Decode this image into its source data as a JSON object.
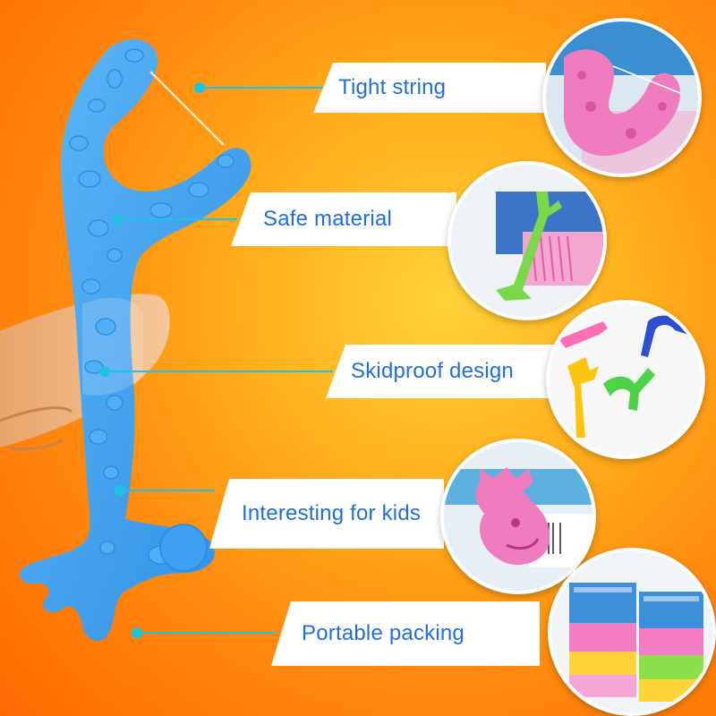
{
  "features": [
    {
      "label": "Tight string",
      "icon": "tight-string-photo"
    },
    {
      "label": "Safe material",
      "icon": "safe-material-photo"
    },
    {
      "label": "Skidproof design",
      "icon": "skidproof-design-photo"
    },
    {
      "label": "Interesting for kids",
      "icon": "interesting-for-kids-photo"
    },
    {
      "label": "Portable packing",
      "icon": "portable-packing-photo"
    }
  ],
  "colors": {
    "background": "#ff8a0f",
    "label_text": "#1f6fd8",
    "flosser_blue": "#3aa2f2",
    "leader_line": "#1ec2e2"
  }
}
